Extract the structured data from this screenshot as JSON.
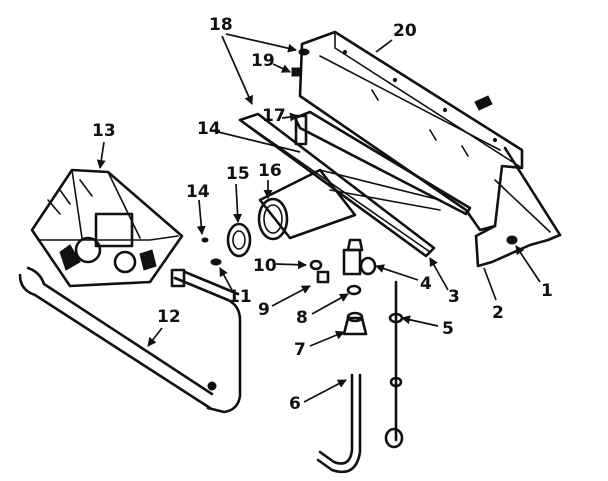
{
  "callouts": [
    "1",
    "2",
    "3",
    "4",
    "5",
    "6",
    "7",
    "8",
    "9",
    "10",
    "11",
    "12",
    "13",
    "14",
    "14",
    "15",
    "16",
    "17",
    "18",
    "19",
    "20"
  ]
}
